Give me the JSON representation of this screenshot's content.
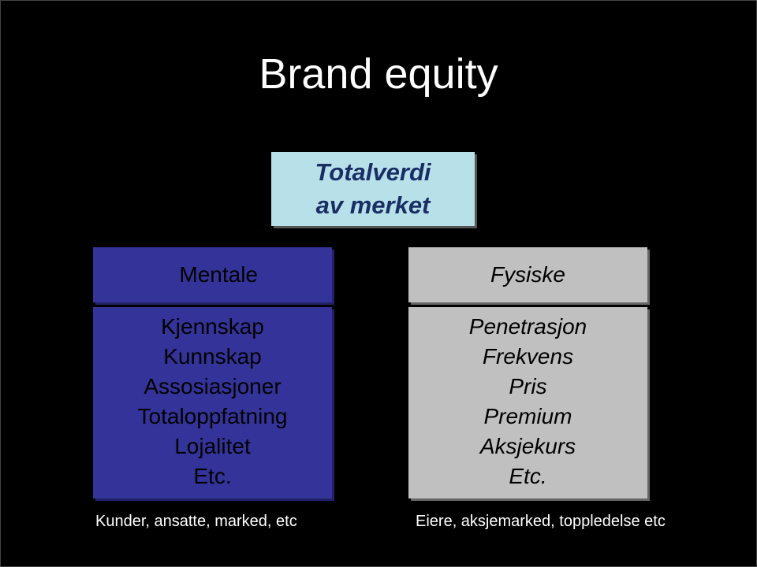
{
  "title": "Brand equity",
  "total": {
    "line1": "Totalverdi",
    "line2": "av merket"
  },
  "mentale": {
    "heading": "Mentale",
    "items": [
      "Kjennskap",
      "Kunnskap",
      "Assosiasjoner",
      "Totaloppfatning",
      "Lojalitet",
      "Etc."
    ],
    "caption": "Kunder, ansatte, marked, etc"
  },
  "fysiske": {
    "heading": "Fysiske",
    "items": [
      "Penetrasjon",
      "Frekvens",
      "Pris",
      "Premium",
      "Aksjekurs",
      "Etc."
    ],
    "caption": "Eiere, aksjemarked, toppledelse etc"
  },
  "colors": {
    "background": "#000000",
    "mentale_fill": "#333399",
    "fysiske_fill": "#c0c0c0",
    "total_fill": "#b8e0e8",
    "total_text": "#1a2e66"
  }
}
